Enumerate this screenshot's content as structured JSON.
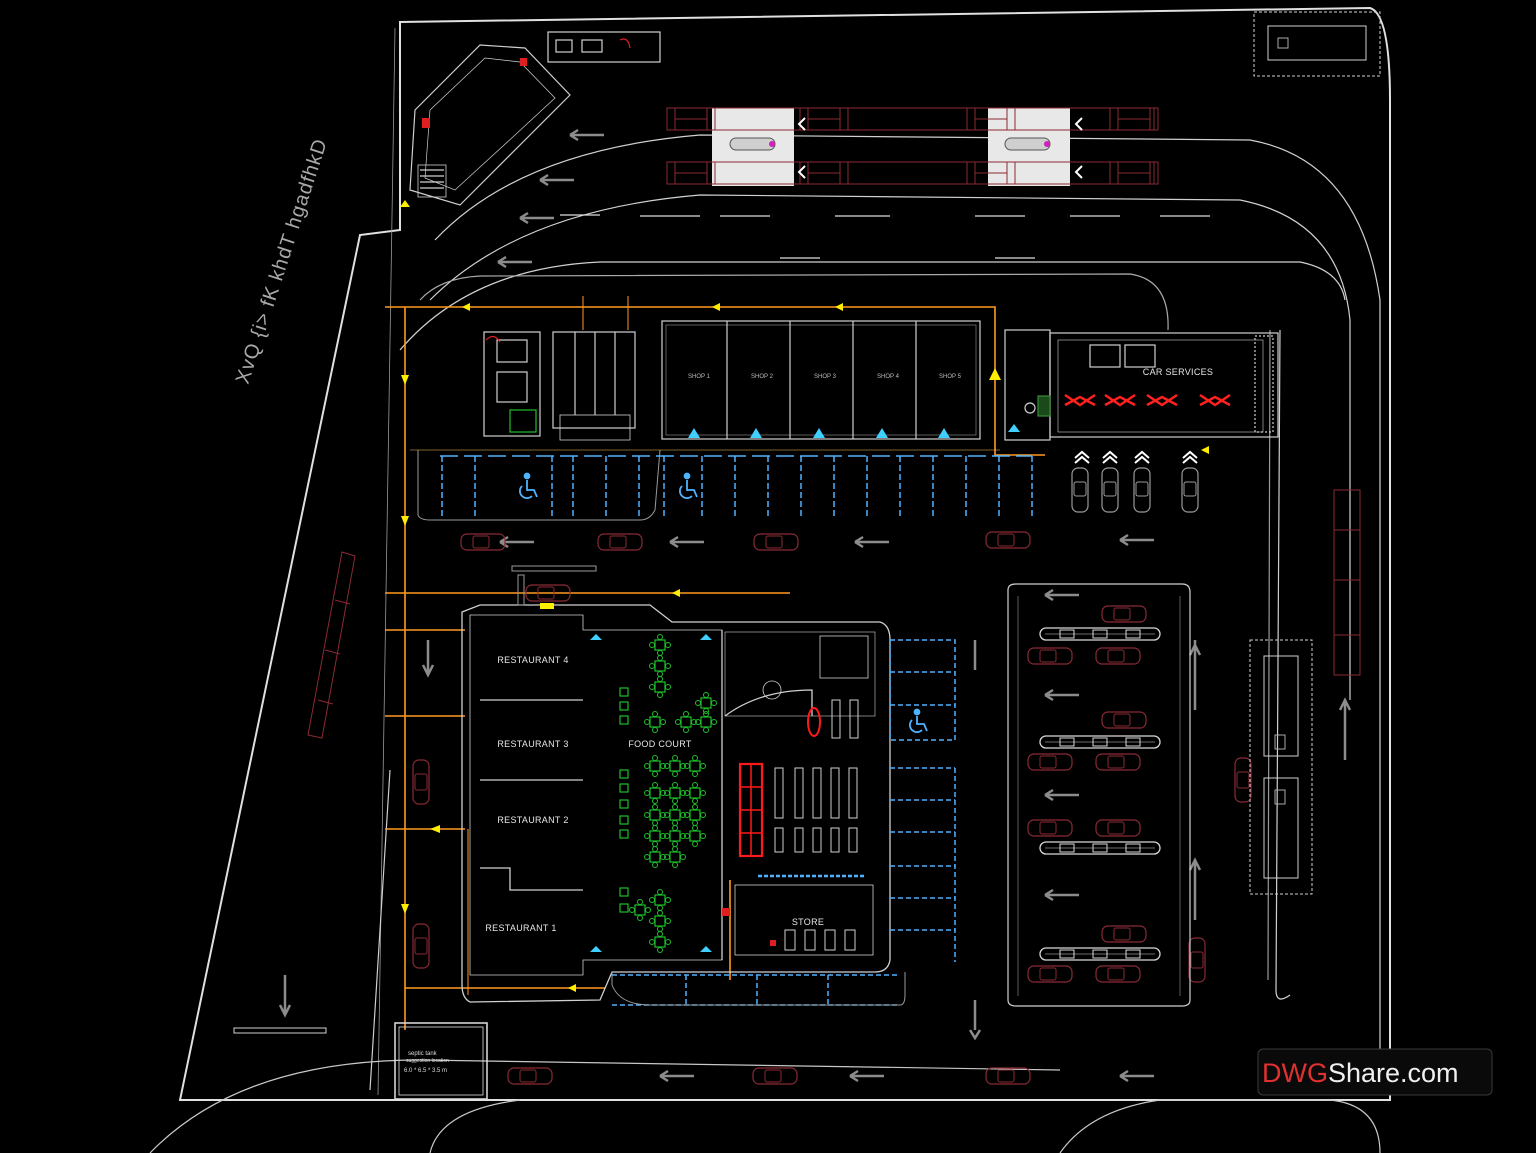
{
  "road_label": "XvQ {i> fK khdT hgadfhkD",
  "shops": [
    "SHOP 1",
    "SHOP 2",
    "SHOP 3",
    "SHOP 4",
    "SHOP 5"
  ],
  "car_services": "CAR SERVICES",
  "restaurants": [
    "RESTAURANT 4",
    "RESTAURANT 3",
    "RESTAURANT 2",
    "RESTAURANT 1"
  ],
  "food_court": "FOOD COURT",
  "store": "STORE",
  "septic_tank": {
    "title": "septic tank",
    "subtitle": "suggestion location",
    "size": "6.0 * 6.5 * 3.5 m"
  },
  "watermark": {
    "brand_red": "DWG",
    "brand_white": "Share.com"
  },
  "colors": {
    "background": "#000000",
    "lines": "#d9d9d9",
    "pipe": "#ff9a1f",
    "arrow": "#ffee00",
    "parking": "#4fb3ff",
    "vehicles": "#8a2a35",
    "seating": "#1fbf2a",
    "shelves": "#ff1a1a"
  },
  "icons": [
    "accessible-parking-icon",
    "direction-arrow-icon",
    "vehicle-icon",
    "fuel-pump-icon"
  ]
}
